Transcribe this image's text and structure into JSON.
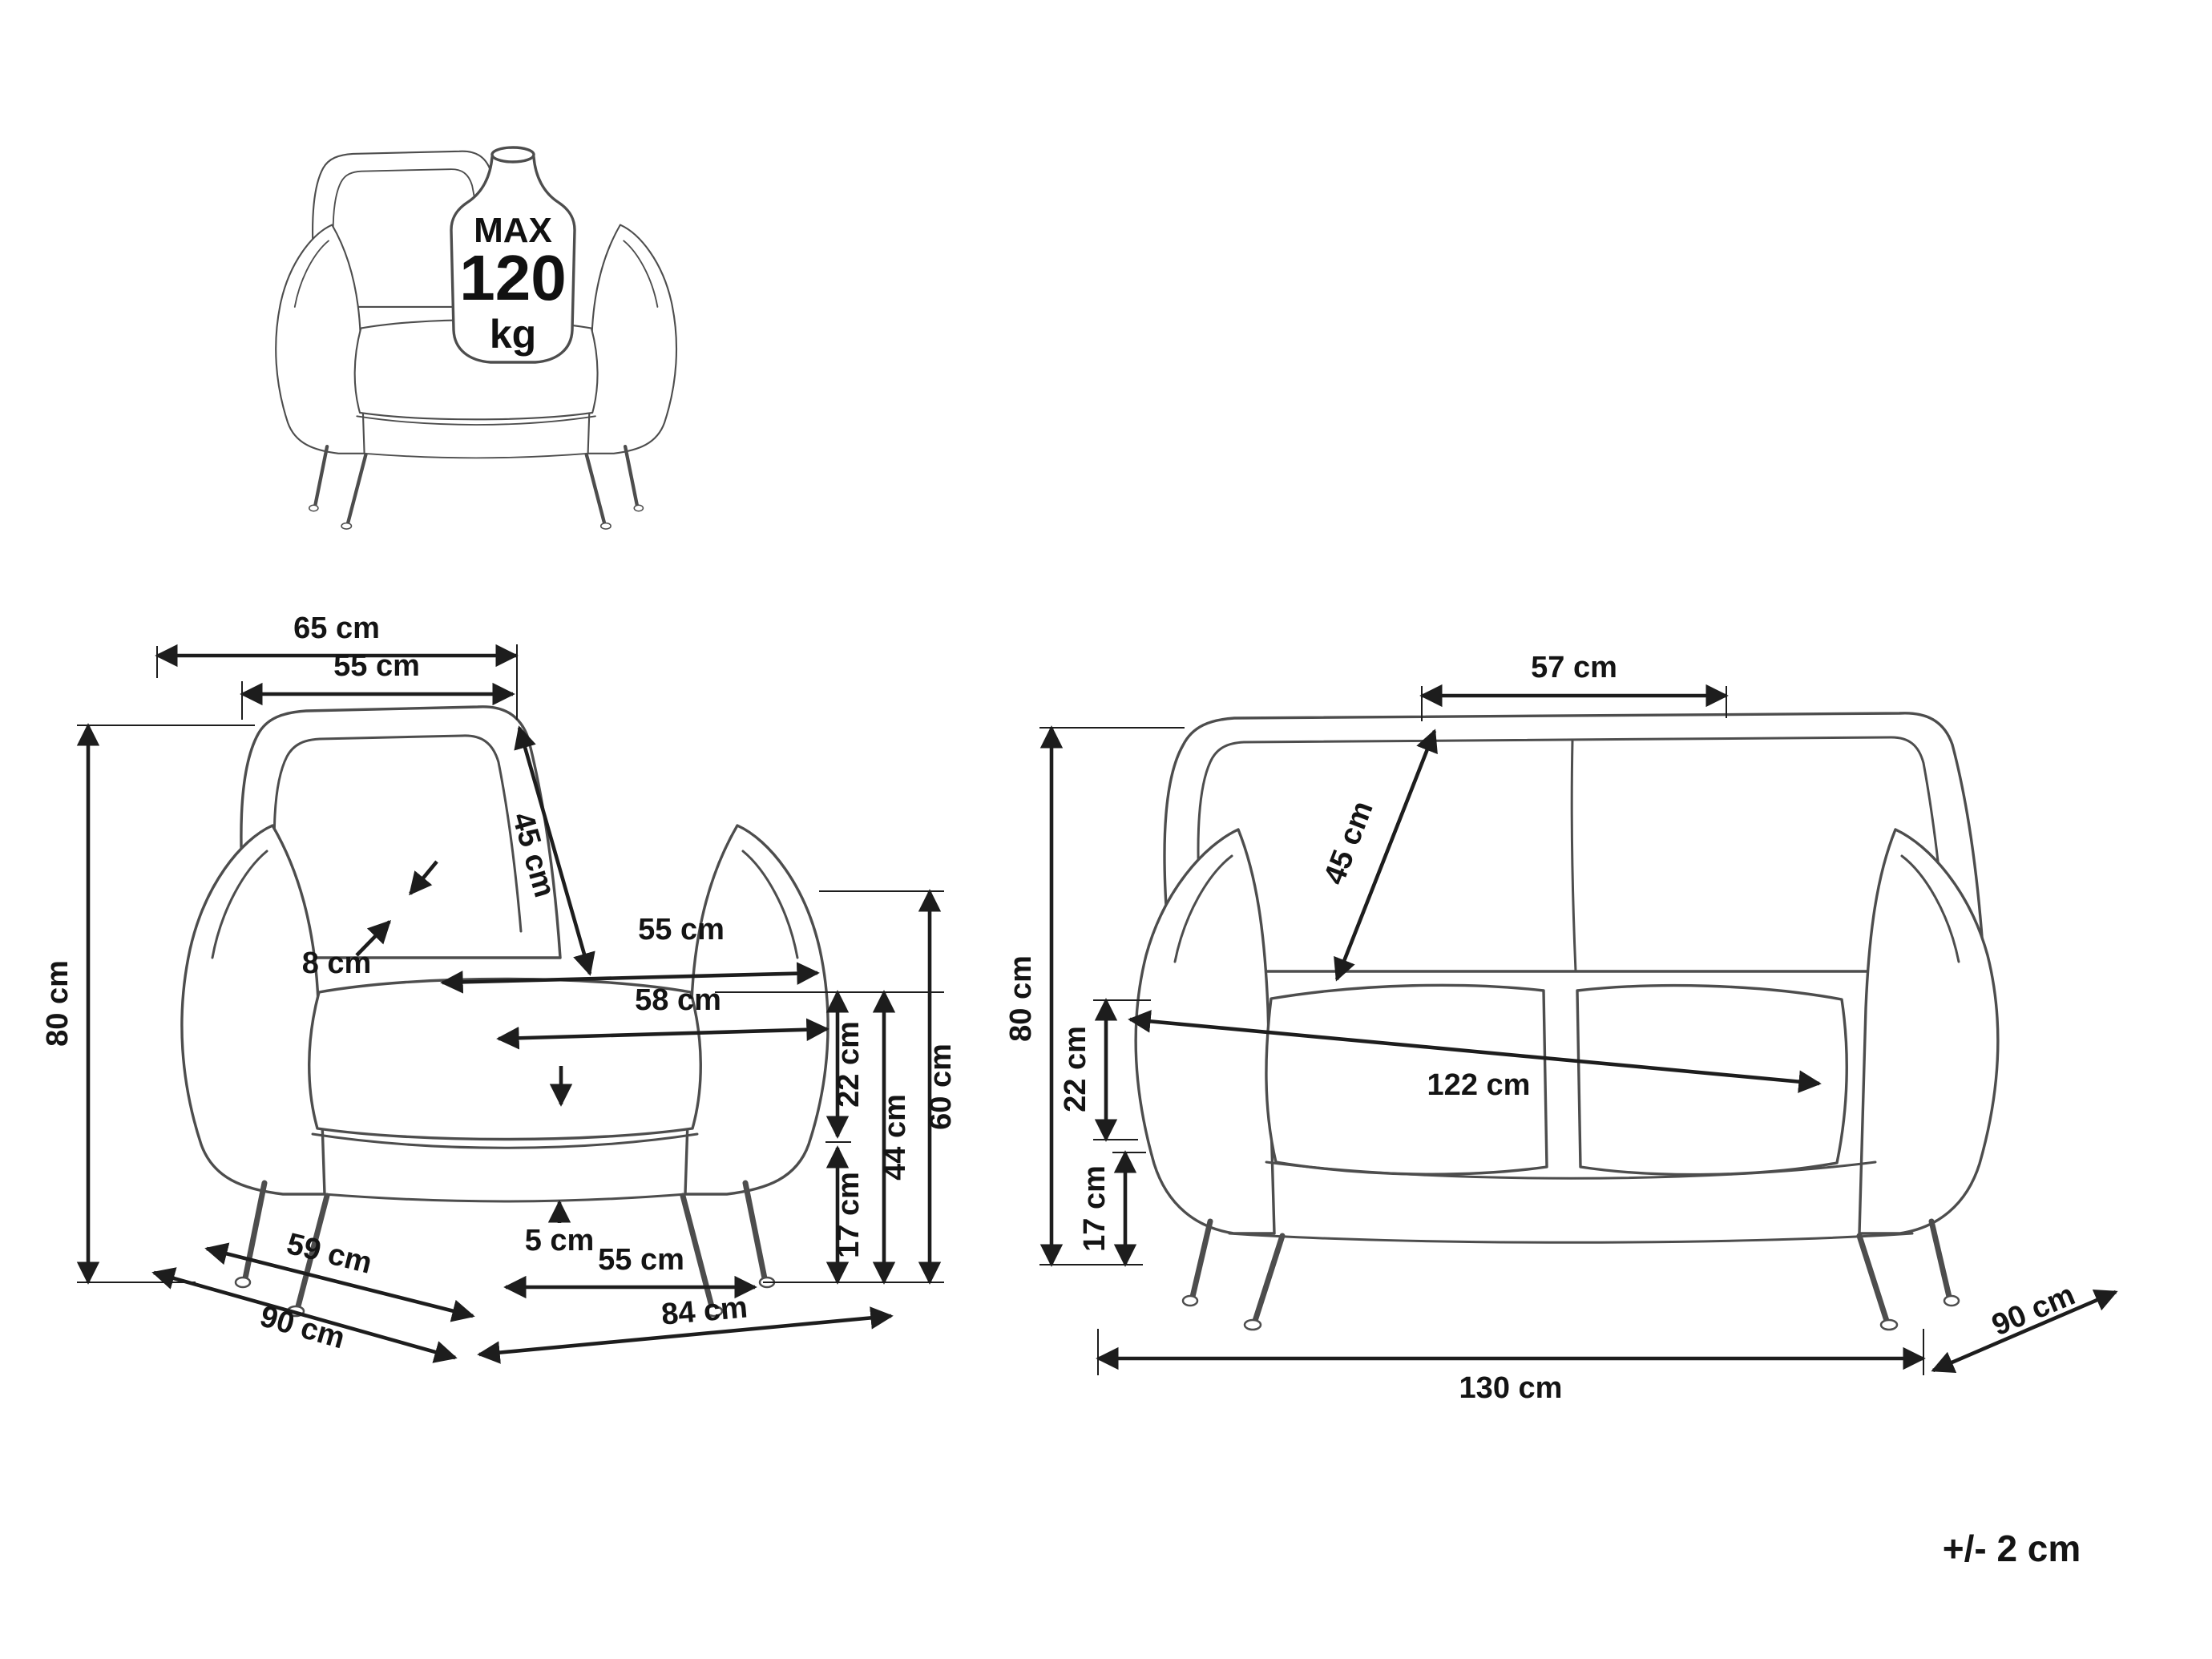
{
  "figure": {
    "tolerance": "+/- 2 cm",
    "weight_limit": {
      "label": "MAX",
      "value": "120",
      "unit": "kg"
    }
  },
  "armchair": {
    "dimensions": {
      "back_width_outer": "65 cm",
      "back_width_inner": "55 cm",
      "height_total": "80 cm",
      "backrest_height": "45 cm",
      "armrest_thickness": "8 cm",
      "seat_width_inner": "55 cm",
      "seat_width_front": "58 cm",
      "seat_cushion_height": "22 cm",
      "armrest_height": "60 cm",
      "seat_height": "44 cm",
      "leg_height": "17 cm",
      "clearance": "5 cm",
      "seat_depth": "59 cm",
      "base_width": "55 cm",
      "depth_total": "90 cm",
      "width_total": "84 cm"
    }
  },
  "sofa": {
    "dimensions": {
      "back_cushion_width": "57 cm",
      "backrest_height": "45 cm",
      "height_total": "80 cm",
      "seat_cushion_height": "22 cm",
      "leg_height": "17 cm",
      "seat_width": "122 cm",
      "width_total": "130 cm",
      "depth_total": "90 cm"
    }
  }
}
